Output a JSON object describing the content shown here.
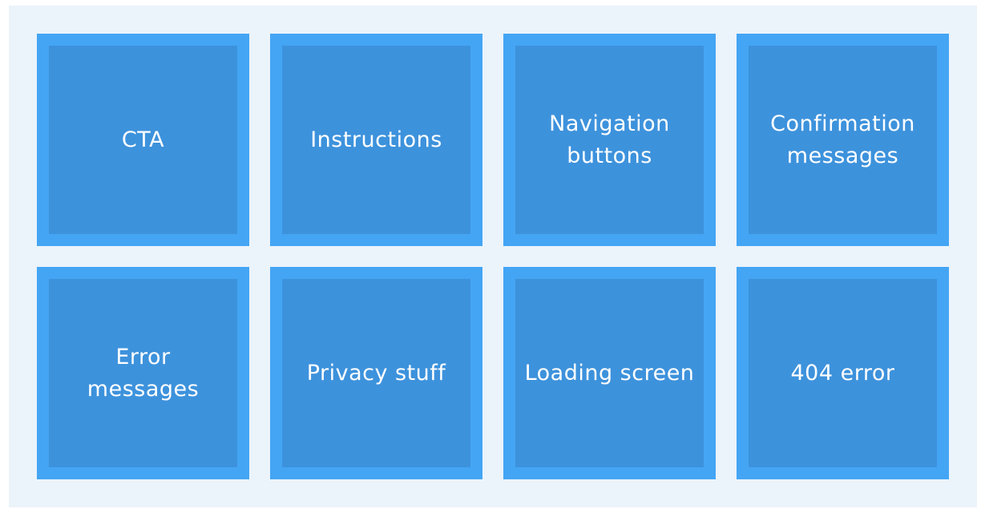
{
  "tiles": [
    {
      "label": "CTA"
    },
    {
      "label": "Instructions"
    },
    {
      "label": "Navigation buttons"
    },
    {
      "label": "Confirmation messages"
    },
    {
      "label": "Error messages"
    },
    {
      "label": "Privacy stuff"
    },
    {
      "label": "Loading screen"
    },
    {
      "label": "404 error"
    }
  ],
  "colors": {
    "background": "#ebf3fb",
    "tile_fill": "#3d92dc",
    "tile_border": "#44a5f4",
    "text": "#ffffff"
  }
}
